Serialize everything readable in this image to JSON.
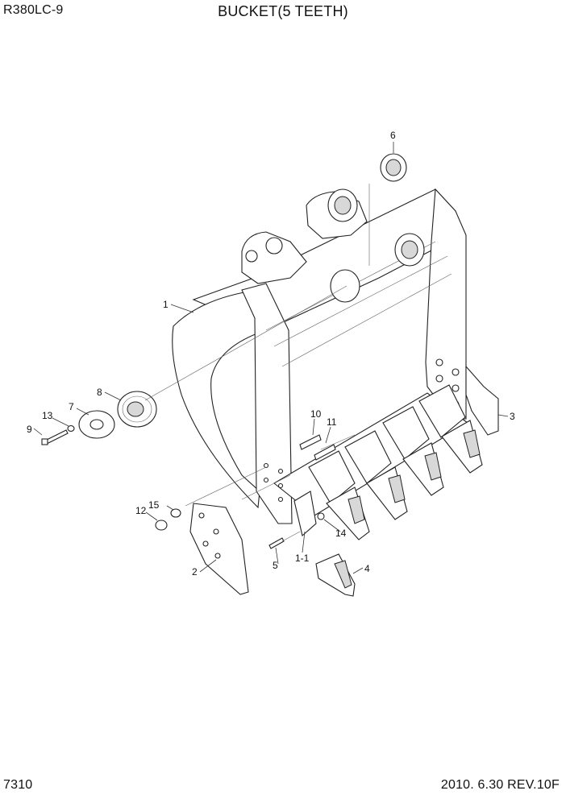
{
  "header": {
    "model": "R380LC-9",
    "title": "BUCKET(5 TEETH)"
  },
  "footer": {
    "page_number": "7310",
    "revision": "2010. 6.30  REV.10F"
  },
  "callouts": {
    "c1": "1",
    "c1_1": "1-1",
    "c2": "2",
    "c3": "3",
    "c4": "4",
    "c5": "5",
    "c6": "6",
    "c7": "7",
    "c8": "8",
    "c9": "9",
    "c10": "10",
    "c11": "11",
    "c12": "12",
    "c13": "13",
    "c14": "14",
    "c15": "15"
  }
}
